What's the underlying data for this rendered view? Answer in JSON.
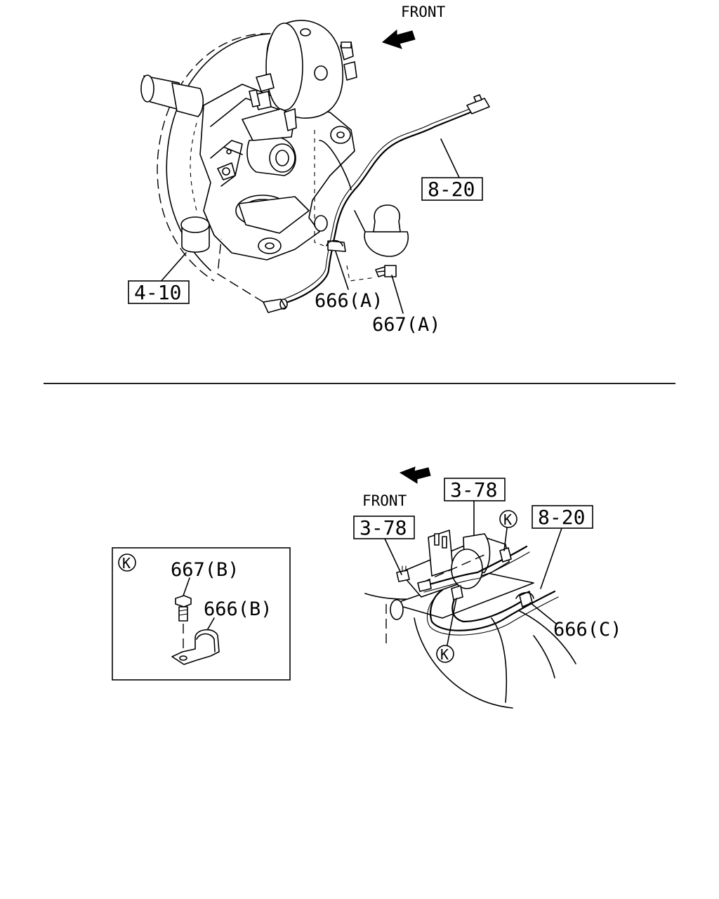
{
  "top_view": {
    "front_label": "FRONT",
    "callouts": {
      "part_8_20": "8-20",
      "part_4_10": "4-10",
      "part_666_a": "666(A)",
      "part_667_a": "667(A)"
    }
  },
  "bottom_view": {
    "front_label": "FRONT",
    "callouts": {
      "part_3_78_upper": "3-78",
      "part_3_78_lower": "3-78",
      "part_8_20": "8-20",
      "part_666_c": "666(C)",
      "marker_k_1": "K",
      "marker_k_2": "K"
    }
  },
  "detail_k": {
    "marker": "K",
    "part_667_b": "667(B)",
    "part_666_b": "666(B)"
  }
}
